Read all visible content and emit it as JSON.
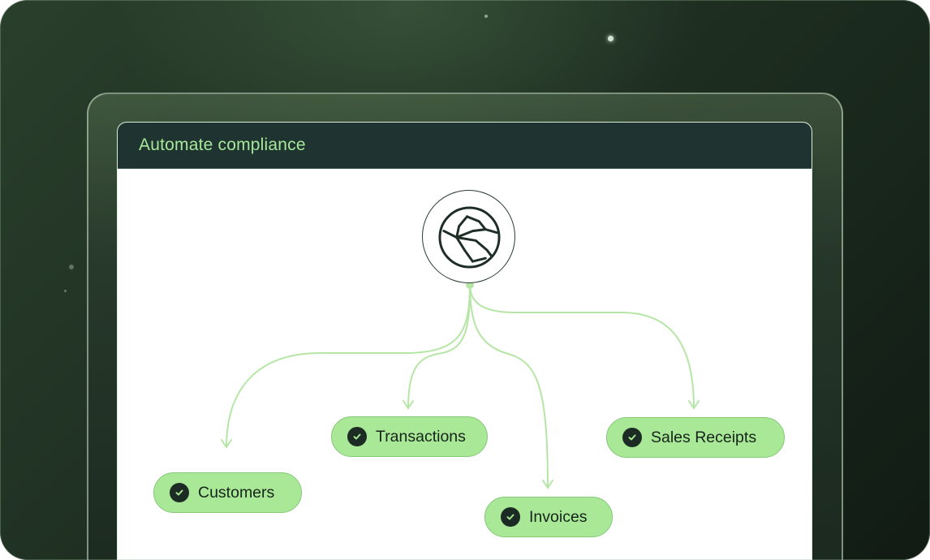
{
  "panel": {
    "title": "Automate compliance"
  },
  "hub": {
    "icon": "network-globe-icon"
  },
  "records": [
    {
      "label": "Customers"
    },
    {
      "label": "Transactions"
    },
    {
      "label": "Invoices"
    },
    {
      "label": "Sales Receipts"
    }
  ],
  "colors": {
    "background": "#1c2c1f",
    "titlebar": "#1f3330",
    "title_text": "#a7e79a",
    "pill": "#a8e897",
    "connector": "#b6e6a6",
    "check": "#1c2b23"
  }
}
